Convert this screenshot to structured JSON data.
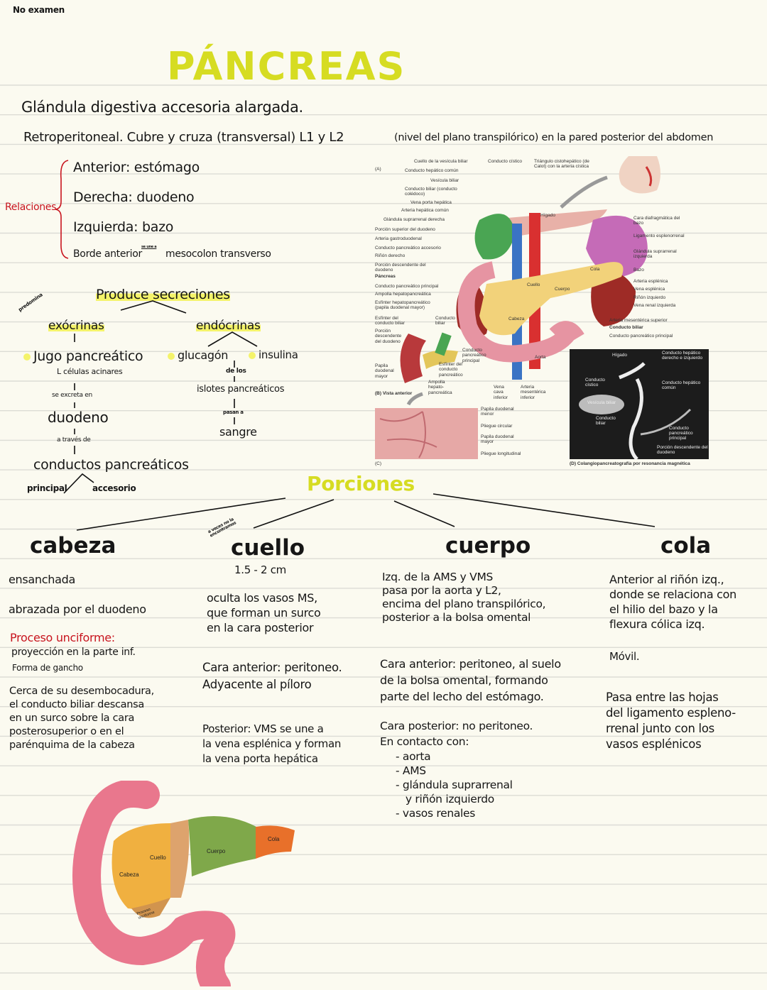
{
  "corner_note": "No examen",
  "title": "PÁNCREAS",
  "intro": {
    "line1": "Glándula digestiva accesoria alargada.",
    "line2": "Retroperitoneal.   Cubre y cruza  (transversal)  L1 y L2",
    "line2_note": "(nivel del plano transpilórico)  en la pared posterior del abdomen"
  },
  "relations": {
    "label": "Relaciones",
    "items": [
      "Anterior:  estómago",
      "Derecha:  duodeno",
      "Izquierda:  bazo"
    ],
    "border_left": "Borde anterior",
    "border_note": "se une a",
    "border_right": "mesocolon transverso"
  },
  "secretions": {
    "title": "Produce secreciones",
    "side_note": "predomina",
    "exocrine": {
      "label": "exócrinas",
      "product": "Jugo pancreático",
      "cells": "células acinares",
      "conn1": "se excreta en",
      "target": "duodeno",
      "conn2": "a través de",
      "ducts": "conductos pancreáticos",
      "duct_main": "principal",
      "duct_acc": "accesorio"
    },
    "endocrine": {
      "label": "endócrinas",
      "h1": "glucagón",
      "h2": "insulina",
      "conn1": "de los",
      "source": "islotes pancreáticos",
      "conn2": "pasan a",
      "target": "sangre"
    }
  },
  "figure": {
    "panel_a": "(A)",
    "panel_b": "(B) Vista anterior",
    "panel_c": "(C)",
    "panel_d": "(D) Colangiopancreatografía por resonancia magnética",
    "labels_top": [
      "Cuello de la vesícula biliar",
      "Conducto cístico",
      "Triángulo cistohepático (de Calot) con la arteria cística"
    ],
    "labels_left": [
      "Conducto hepático común",
      "Vesícula biliar",
      "Conducto biliar (conducto colédoco)",
      "Vena porta hepática",
      "Arteria hepática común",
      "Glándula suprarrenal derecha",
      "Porción superior del duodeno",
      "Arteria gastroduodenal",
      "Conducto pancreático accesorio",
      "Riñón derecho",
      "Porción descendente del duodeno",
      "Páncreas",
      "Conducto pancreático principal",
      "Ampolla hepatopancreática",
      "Esfínter hepatopancreático (papila duodenal mayor)"
    ],
    "labels_right": [
      "Cara diafragmática del bazo",
      "Ligamento esplenorrenal",
      "Glándula suprarrenal izquierda",
      "Bazo",
      "Arteria esplénica",
      "Vena esplénica",
      "Riñón izquierdo",
      "Vena renal izquierda",
      "Arteria mesentérica superior",
      "Conducto biliar",
      "Conducto pancreático principal"
    ],
    "organ_labels": [
      "Hígado",
      "Cola",
      "Cuello",
      "Cuerpo",
      "Cabeza",
      "Aorta"
    ],
    "labels_b": [
      "Esfínter del conducto biliar",
      "Conducto biliar",
      "Porción descendente del duodeno",
      "Conducto pancreático principal",
      "Papila duodenal mayor",
      "Esfínter del conducto pancreático",
      "Ampolla hepato-pancreática"
    ],
    "labels_bottom": [
      "Vena cava inferior",
      "Arteria mesentérica inferior"
    ],
    "labels_c": [
      "Papila duodenal menor",
      "Pliegue circular",
      "Papila duodenal mayor",
      "Pliegue longitudinal"
    ],
    "labels_d": [
      "Hígado",
      "Conducto hepático derecho e izquierdo",
      "Conducto cístico",
      "Conducto hepático común",
      "Vesícula biliar",
      "Conducto biliar",
      "Conducto pancreático principal",
      "Porción descendente del duodeno"
    ]
  },
  "portions": {
    "title": "Porciones",
    "cabeza": {
      "title": "cabeza",
      "lines": [
        "ensanchada",
        "abrazada  por el duodeno"
      ],
      "uncinate_title": "Proceso unciforme:",
      "uncinate": [
        "proyección en la parte inf.",
        "Forma de gancho"
      ],
      "para": [
        "Cerca de su desembocadura,",
        "el conducto biliar descansa",
        "en un surco sobre la cara",
        "posterosuperior o en el",
        "parénquima de la cabeza"
      ]
    },
    "cuello": {
      "title": "cuello",
      "note": "a veces no la encontramos",
      "size": "1.5 - 2 cm",
      "p1": [
        "oculta los vasos  MS,",
        "que forman un surco",
        "en la cara posterior"
      ],
      "p2": [
        "Cara anterior: peritoneo.",
        "Adyacente al píloro"
      ],
      "p3": [
        "Posterior: VMS se une a",
        "la vena esplénica y forman",
        "la vena porta hepática"
      ]
    },
    "cuerpo": {
      "title": "cuerpo",
      "p1": [
        "Izq. de la AMS y VMS",
        "pasa por la aorta y L2,",
        "encima del plano transpilórico,",
        "posterior a la bolsa omental"
      ],
      "p2": [
        "Cara anterior: peritoneo, al suelo",
        "de la bolsa omental, formando",
        "parte del lecho del estómago."
      ],
      "p3": [
        "Cara posterior: no peritoneo.",
        "En contacto con:"
      ],
      "contacts": [
        "- aorta",
        "- AMS",
        "- glándula suprarrenal",
        "   y riñón izquierdo",
        "- vasos renales"
      ]
    },
    "cola": {
      "title": "cola",
      "p1": [
        "Anterior al riñón izq.,",
        "donde se relaciona con",
        "el hilio del bazo y la",
        "flexura cólica izq."
      ],
      "p2": "Móvil.",
      "p3": [
        "Pasa entre las hojas",
        "del ligamento espleno-",
        "rrenal junto con los",
        "vasos esplénicos"
      ]
    }
  },
  "illustration": {
    "labels": [
      "Cabeza",
      "Cuello",
      "Cuerpo",
      "Cola",
      "Proceso unciforme"
    ]
  },
  "colors": {
    "title": "#d6dc22",
    "highlight": "#f4f36a",
    "red": "#c8141e",
    "paper": "#fbfaf0"
  }
}
